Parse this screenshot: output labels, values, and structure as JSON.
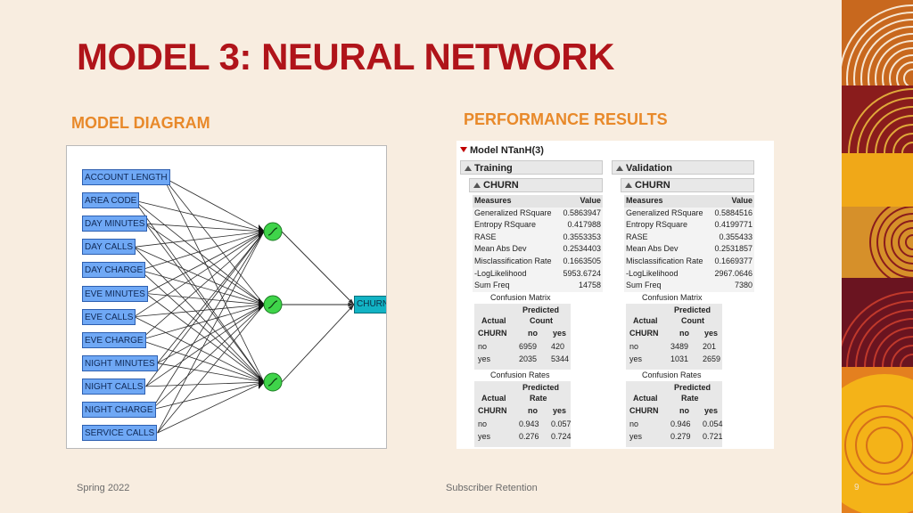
{
  "title": "MODEL 3: NEURAL NETWORK",
  "subtitle_left": "MODEL DIAGRAM",
  "subtitle_right": "PERFORMANCE RESULTS",
  "diagram": {
    "inputs": [
      "ACCOUNT LENGTH",
      "AREA CODE",
      "DAY MINUTES",
      "DAY CALLS",
      "DAY CHARGE",
      "EVE MINUTES",
      "EVE CALLS",
      "EVE CHARGE",
      "NIGHT MINUTES",
      "NIGHT CALLS",
      "NIGHT CHARGE",
      "SERVICE CALLS"
    ],
    "hidden_nodes": 3,
    "output": "CHURN"
  },
  "performance": {
    "model_title": "Model NTanH(3)",
    "panels": [
      {
        "name": "Training",
        "target": "CHURN",
        "measures_header": "Measures",
        "value_header": "Value",
        "measures": [
          [
            "Generalized RSquare",
            "0.5863947"
          ],
          [
            "Entropy RSquare",
            "0.417988"
          ],
          [
            "RASE",
            "0.3553353"
          ],
          [
            "Mean Abs Dev",
            "0.2534403"
          ],
          [
            "Misclassification Rate",
            "0.1663505"
          ],
          [
            "-LogLikelihood",
            "5953.6724"
          ],
          [
            "Sum Freq",
            "14758"
          ]
        ],
        "confusion_matrix": {
          "caption": "Confusion Matrix",
          "predicted": "Predicted",
          "label": "Count",
          "actual": "Actual",
          "target": "CHURN",
          "cols": [
            "no",
            "yes"
          ],
          "rows": [
            [
              "no",
              "6959",
              "420"
            ],
            [
              "yes",
              "2035",
              "5344"
            ]
          ]
        },
        "confusion_rates": {
          "caption": "Confusion Rates",
          "predicted": "Predicted",
          "label": "Rate",
          "actual": "Actual",
          "target": "CHURN",
          "cols": [
            "no",
            "yes"
          ],
          "rows": [
            [
              "no",
              "0.943",
              "0.057"
            ],
            [
              "yes",
              "0.276",
              "0.724"
            ]
          ]
        }
      },
      {
        "name": "Validation",
        "target": "CHURN",
        "measures_header": "Measures",
        "value_header": "Value",
        "measures": [
          [
            "Generalized RSquare",
            "0.5884516"
          ],
          [
            "Entropy RSquare",
            "0.4199771"
          ],
          [
            "RASE",
            "0.355433"
          ],
          [
            "Mean Abs Dev",
            "0.2531857"
          ],
          [
            "Misclassification Rate",
            "0.1669377"
          ],
          [
            "-LogLikelihood",
            "2967.0646"
          ],
          [
            "Sum Freq",
            "7380"
          ]
        ],
        "confusion_matrix": {
          "caption": "Confusion Matrix",
          "predicted": "Predicted",
          "label": "Count",
          "actual": "Actual",
          "target": "CHURN",
          "cols": [
            "no",
            "yes"
          ],
          "rows": [
            [
              "no",
              "3489",
              "201"
            ],
            [
              "yes",
              "1031",
              "2659"
            ]
          ]
        },
        "confusion_rates": {
          "caption": "Confusion Rates",
          "predicted": "Predicted",
          "label": "Rate",
          "actual": "Actual",
          "target": "CHURN",
          "cols": [
            "no",
            "yes"
          ],
          "rows": [
            [
              "no",
              "0.946",
              "0.054"
            ],
            [
              "yes",
              "0.279",
              "0.721"
            ]
          ]
        }
      }
    ]
  },
  "footer": {
    "date": "Spring 2022",
    "topic": "Subscriber Retention",
    "page": "9"
  },
  "colors": {
    "title": "#b0141a",
    "subtitle": "#e8892a",
    "background": "#f8ede0",
    "input_node": "#6fa8f5",
    "output_node": "#12b3c4",
    "hidden_node": "#3fd44a"
  }
}
